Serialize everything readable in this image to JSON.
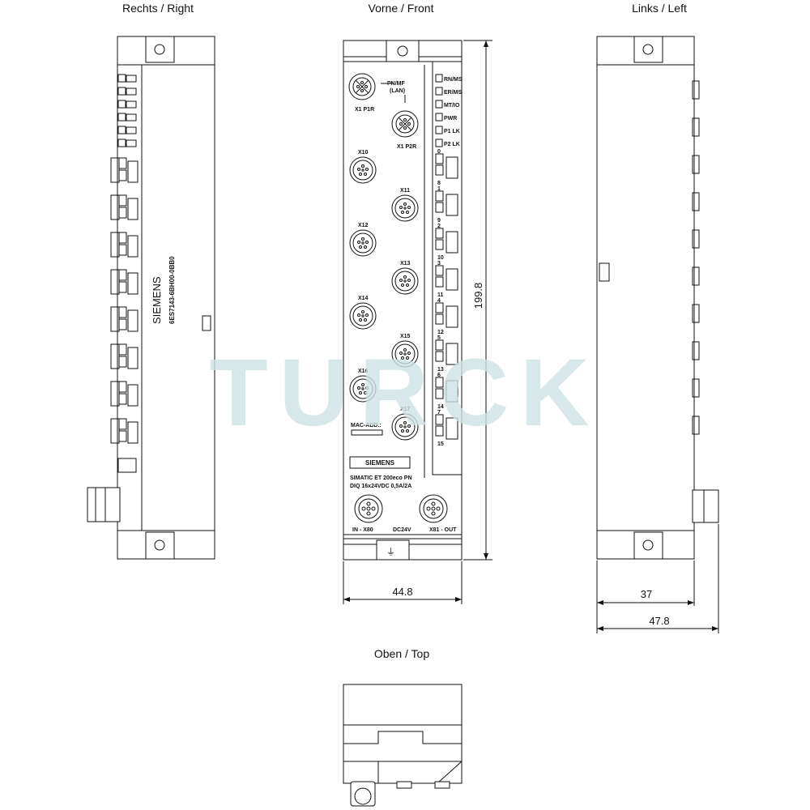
{
  "views": {
    "right": "Rechts / Right",
    "front": "Vorne / Front",
    "left": "Links / Left",
    "top": "Oben / Top"
  },
  "dimensions": {
    "height": "199.8",
    "front_width": "44.8",
    "depth_short": "37",
    "depth_full": "47.8"
  },
  "front": {
    "port_p1": "X1 P1R",
    "port_p2": "X1 P2R",
    "pn_label_1": "PN/MF",
    "pn_label_2": "(LAN)",
    "ports": [
      "X10",
      "X11",
      "X12",
      "X13",
      "X14",
      "X15",
      "X16",
      "X17"
    ],
    "leds": [
      "RN/MS",
      "ER/MS",
      "MT/IO",
      "PWR",
      "P1 LK",
      "P2 LK"
    ],
    "channel_numbers": [
      "0",
      "8",
      "1",
      "9",
      "2",
      "10",
      "3",
      "11",
      "4",
      "12",
      "5",
      "13",
      "6",
      "14",
      "7",
      "15"
    ],
    "mac_label": "MAC-ADD.:",
    "brand_badge": "SIEMENS",
    "product_line1": "SIMATIC ET 200eco PN",
    "product_line2": "DIQ 16x24VDC 0,5A/2A",
    "power_in": "IN - X80",
    "power_voltage": "DC24V",
    "power_out": "X81 - OUT"
  },
  "side": {
    "brand": "SIEMENS",
    "part_number": "6ES7143-6BH00-0BB0"
  },
  "watermark": "TURCK"
}
